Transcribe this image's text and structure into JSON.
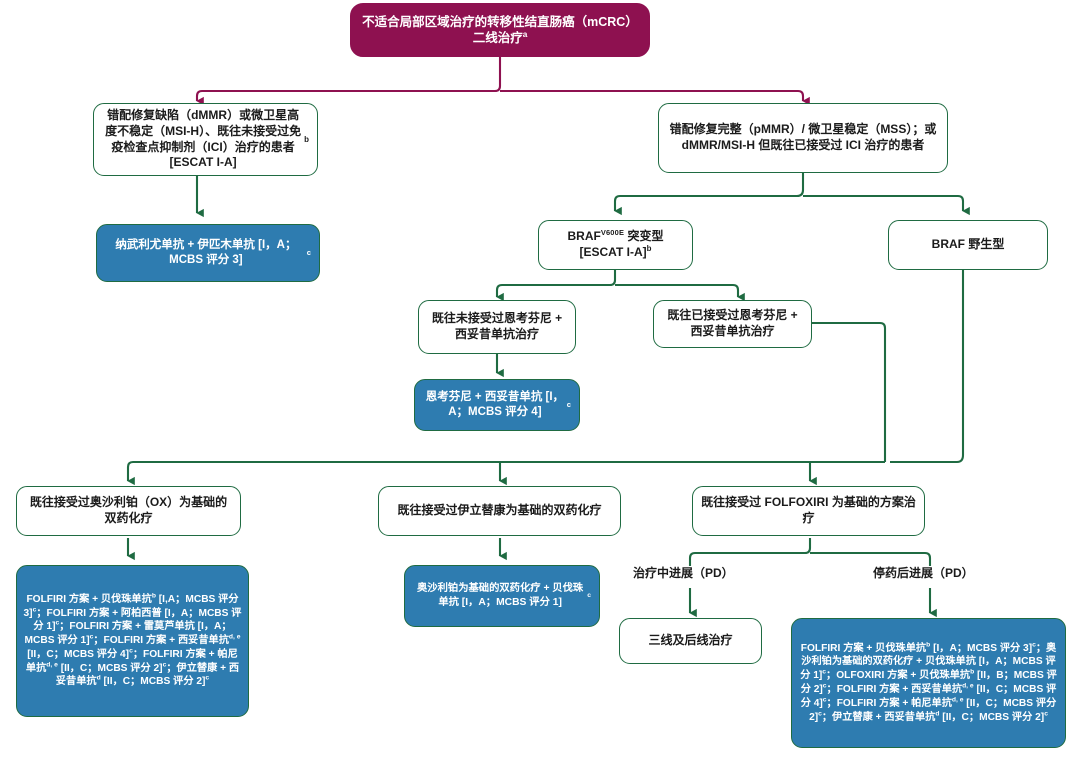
{
  "colors": {
    "root_fill": "#8e1150",
    "green_stroke": "#1f6b42",
    "blue_fill": "#2e7cb0",
    "magenta_connector": "#8e1150",
    "text_dark": "#1b1b1b",
    "text_light": "#ffffff"
  },
  "nodes": {
    "root": {
      "line1": "不适合局部区域治疗的转移性结直肠癌（mCRC）",
      "line2": "二线治疗",
      "sup": "a"
    },
    "dmmr_branch": {
      "text": "错配修复缺陷（dMMR）或微卫星高度不稳定（MSI-H）、既往未接受过免疫检查点抑制剂（ICI）治疗的患者 [ESCAT I-A]",
      "sup": "b"
    },
    "pmmr_branch": {
      "text": "错配修复完整（pMMR）/ 微卫星稳定（MSS）；或 dMMR/MSI-H 但既往已接受过 ICI 治疗的患者"
    },
    "nivo_ipi": {
      "text": "纳武利尤单抗 + 伊匹木单抗 [I，A；MCBS 评分 3]",
      "sup": "c"
    },
    "braf_mutant": {
      "brand": "BRAF",
      "variant": "V600E",
      "text": " 突变型",
      "line2": "[ESCAT I-A]",
      "sup": "b"
    },
    "braf_wildtype": {
      "text": "BRAF 野生型"
    },
    "enco_naive": {
      "text": "既往未接受过恩考芬尼 + 西妥昔单抗治疗"
    },
    "enco_treated": {
      "text": "既往已接受过恩考芬尼 + 西妥昔单抗治疗"
    },
    "enco_cetux": {
      "text": "恩考芬尼 + 西妥昔单抗 [I，A；MCBS 评分 4]",
      "sup": "c"
    },
    "prior_ox": {
      "text": "既往接受过奥沙利铂（OX）为基础的双药化疗"
    },
    "prior_iri": {
      "text": "既往接受过伊立替康为基础的双药化疗"
    },
    "prior_folfoxiri": {
      "text": "既往接受过 FOLFOXIRI 为基础的方案治疗"
    },
    "ox_options": {
      "segments": [
        {
          "t": "FOLFIRI 方案 + 贝伐珠单抗",
          "sup": "b"
        },
        {
          "t": " [I,A；MCBS 评分 3]",
          "sup": "c"
        },
        {
          "t": "；FOLFIRI 方案 + 阿柏西普 [I，A；MCBS 评分 1]",
          "sup": "c"
        },
        {
          "t": "；FOLFIRI 方案 + 雷莫芦单抗 [I，A；MCBS 评分 1]",
          "sup": "c"
        },
        {
          "t": "；FOLFIRI 方案 + 西妥昔单抗",
          "sup": "d, e"
        },
        {
          "t": " [II，C；MCBS 评分 4]",
          "sup": "c"
        },
        {
          "t": "；FOLFIRI 方案 + 帕尼单抗",
          "sup": "d, e"
        },
        {
          "t": " [II，C；MCBS 评分 2]",
          "sup": "c"
        },
        {
          "t": "；伊立替康 + 西妥昔单抗",
          "sup": "d"
        },
        {
          "t": " [II，C；MCBS 评分 2]",
          "sup": "c"
        }
      ]
    },
    "iri_options": {
      "text": "奥沙利铂为基础的双药化疗 + 贝伐珠单抗 [I，A；MCBS 评分 1]",
      "sup": "c"
    },
    "pd_on_treatment": {
      "label": "治疗中进展（PD）"
    },
    "pd_off_treatment": {
      "label": "停药后进展（PD）"
    },
    "third_line": {
      "text": "三线及后线治疗"
    },
    "folfoxiri_options": {
      "segments": [
        {
          "t": "FOLFIRI 方案 + 贝伐珠单抗",
          "sup": "b"
        },
        {
          "t": " [I，A；MCBS 评分 3]",
          "sup": "c"
        },
        {
          "t": "；奥沙利铂为基础的双药化疗 + 贝伐珠单抗 [I，A；MCBS 评分 1]",
          "sup": "c"
        },
        {
          "t": "；OLFOXIRI 方案 + 贝伐珠单抗",
          "sup": "b"
        },
        {
          "t": " [II，B；MCBS 评分 2]",
          "sup": "c"
        },
        {
          "t": "；FOLFIRI 方案 + 西妥昔单抗",
          "sup": "d, e"
        },
        {
          "t": " [II，C；MCBS 评分 4]",
          "sup": "c"
        },
        {
          "t": "；FOLFIRI 方案 + 帕尼单抗",
          "sup": "d, e"
        },
        {
          "t": " [II，C；MCBS 评分 2]",
          "sup": "c"
        },
        {
          "t": "；伊立替康 + 西妥昔单抗",
          "sup": "d"
        },
        {
          "t": " [II，C；MCBS 评分 2]",
          "sup": "c"
        }
      ]
    }
  }
}
